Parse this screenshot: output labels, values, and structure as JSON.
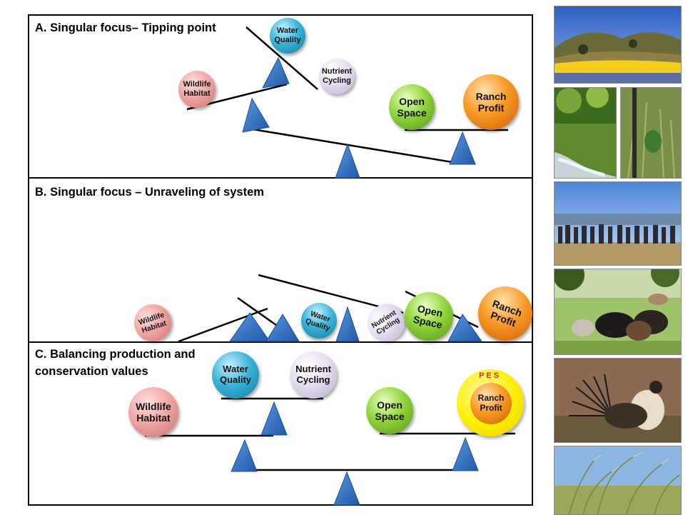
{
  "panels": {
    "a": {
      "title": "A. Singular focus– Tipping point"
    },
    "b": {
      "title": "B. Singular focus – Unraveling of system"
    },
    "c": {
      "title_line1": "C. Balancing production and",
      "title_line2": "conservation values"
    }
  },
  "balls": {
    "wildlife": [
      "Wildlife",
      "Habitat"
    ],
    "water": [
      "Water",
      "Quality"
    ],
    "nutrient": [
      "Nutrient",
      "Cycling"
    ],
    "open": [
      "Open",
      "Space"
    ],
    "ranch": [
      "Ranch",
      "Profit"
    ]
  },
  "pes_label": "PES",
  "photos": [
    {
      "name": "photo-hills-wildflowers",
      "subject": "hills with yellow wildflowers"
    },
    {
      "name": "photo-stream",
      "subject": "creek running through green grass"
    },
    {
      "name": "photo-plant",
      "subject": "green plant in grass"
    },
    {
      "name": "photo-crowd",
      "subject": "group of people on a hilltop"
    },
    {
      "name": "photo-cattle",
      "subject": "cattle grazing in pasture"
    },
    {
      "name": "photo-sage-grouse",
      "subject": "sage grouse displaying"
    },
    {
      "name": "photo-grass",
      "subject": "grass seed heads against sky"
    }
  ],
  "colors": {
    "fulcrum": "#2e6fc9",
    "pink": "#f0a8a6",
    "lavender": "#e6def0",
    "teal": "#3cb4d9",
    "green": "#92d43c",
    "orange": "#f79a25",
    "pes_ring": "#ffee00"
  }
}
